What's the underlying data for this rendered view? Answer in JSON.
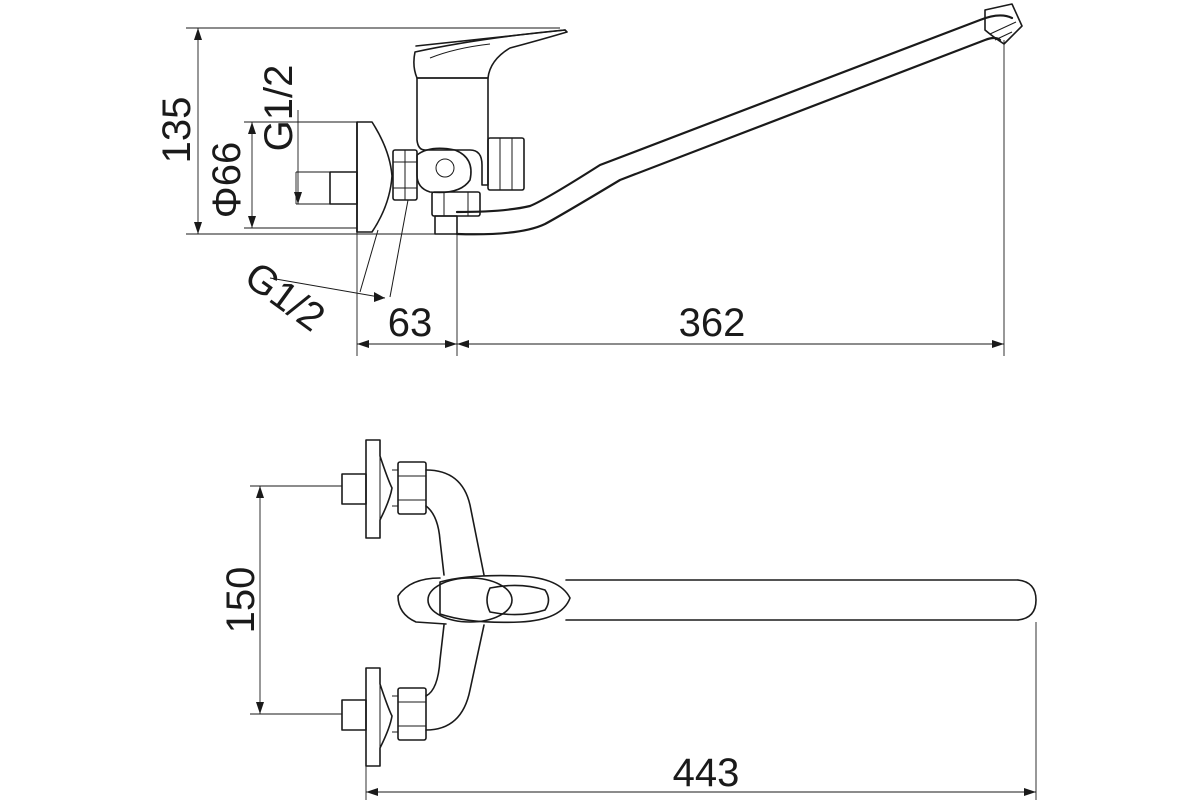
{
  "drawing": {
    "dimensions": {
      "height_135": "135",
      "flange_dia": "Φ66",
      "thread_top": "G1/2",
      "thread_bottom": "G1/2",
      "offset_63": "63",
      "spout_362": "362",
      "spacing_150": "150",
      "overall_443": "443"
    }
  }
}
